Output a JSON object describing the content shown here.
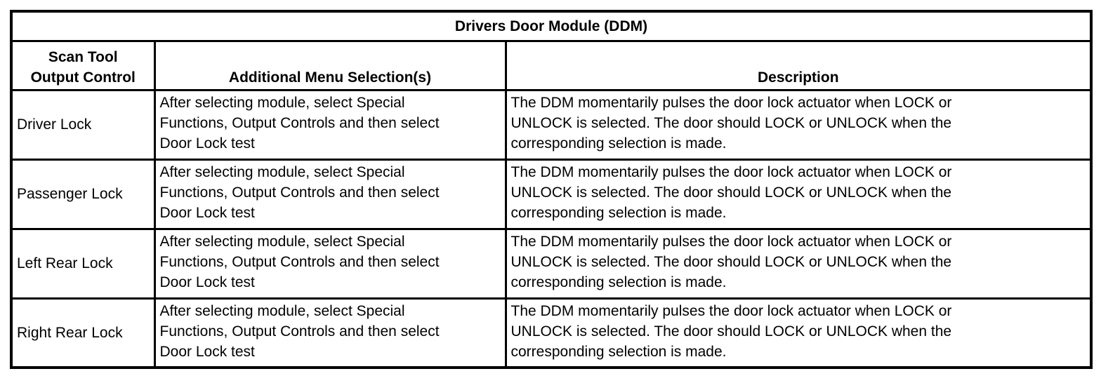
{
  "table": {
    "title": "Drivers Door Module (DDM)",
    "headers": {
      "col1": "Scan Tool\nOutput Control",
      "col2": "Additional Menu Selection(s)",
      "col3": "Description"
    },
    "rows": [
      {
        "control": "Driver Lock",
        "menu": "After selecting module, select Special\nFunctions, Output Controls and then select\nDoor Lock test",
        "description": "The DDM momentarily pulses the door lock actuator when LOCK or\nUNLOCK is selected. The door should LOCK or UNLOCK when the\ncorresponding selection is made."
      },
      {
        "control": "Passenger Lock",
        "menu": "After selecting module, select Special\nFunctions, Output Controls and then select\nDoor Lock test",
        "description": "The DDM momentarily pulses the door lock actuator when LOCK or\nUNLOCK is selected. The door should LOCK or UNLOCK when the\ncorresponding selection is made."
      },
      {
        "control": "Left Rear Lock",
        "menu": "After selecting module, select Special\nFunctions, Output Controls and then select\nDoor Lock test",
        "description": "The DDM momentarily pulses the door lock actuator when LOCK or\nUNLOCK is selected. The door should LOCK or UNLOCK when the\ncorresponding selection is made."
      },
      {
        "control": "Right Rear Lock",
        "menu": "After selecting module, select Special\nFunctions, Output Controls and then select\nDoor Lock test",
        "description": "The DDM momentarily pulses the door lock actuator when LOCK or\nUNLOCK is selected. The door should LOCK or UNLOCK when the\ncorresponding selection is made."
      }
    ],
    "colors": {
      "border": "#000000",
      "background": "#ffffff",
      "text": "#000000"
    }
  }
}
